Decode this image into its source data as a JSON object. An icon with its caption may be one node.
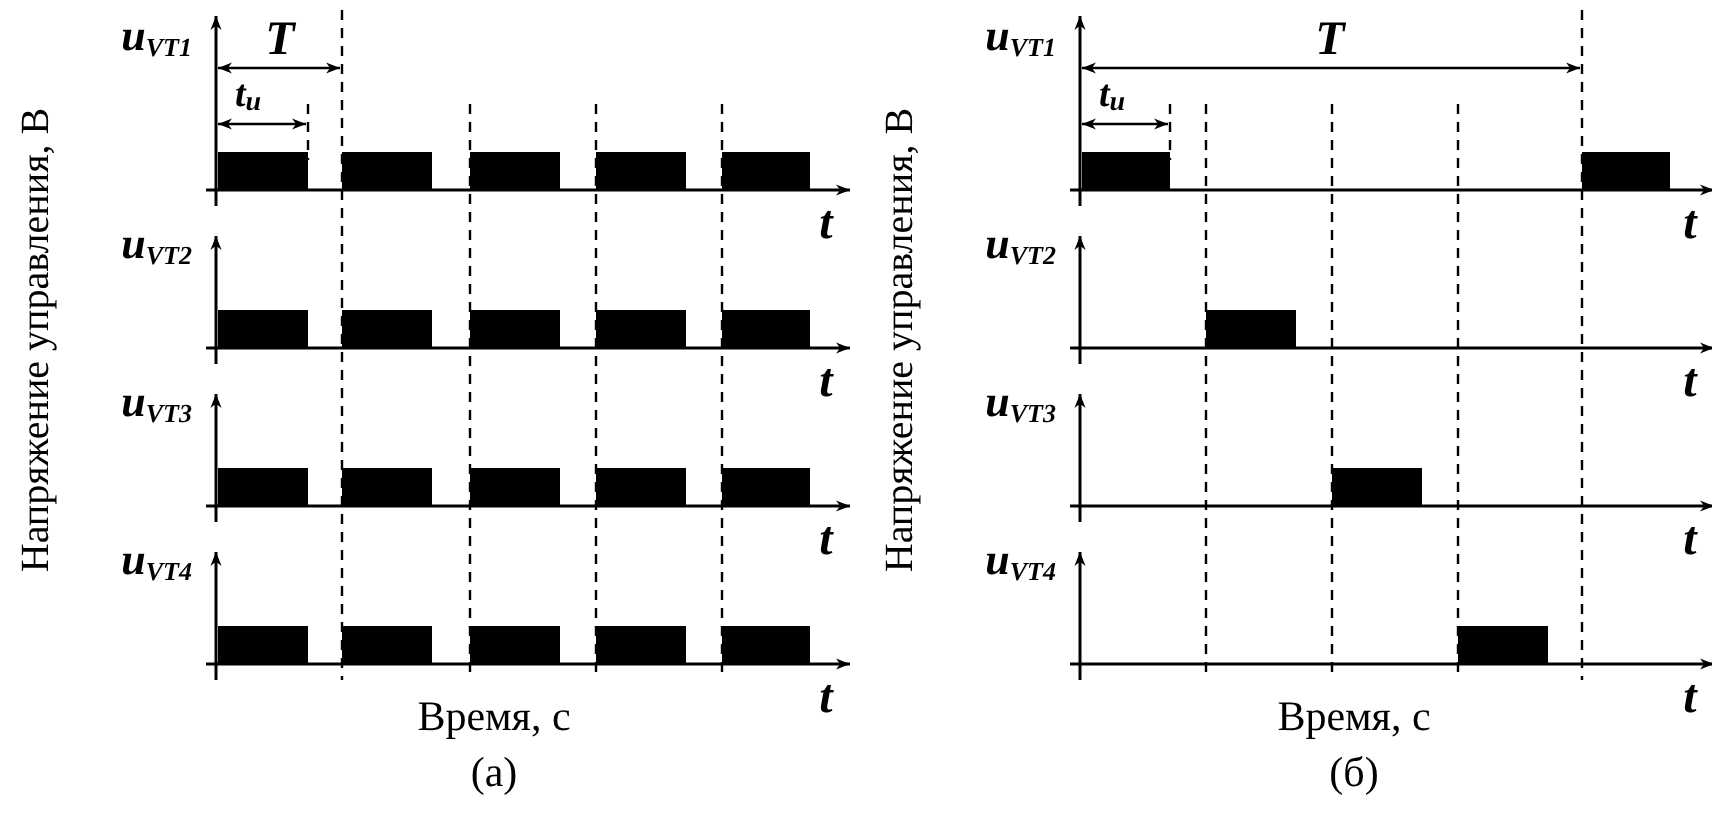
{
  "diagram": {
    "labels": [
      "Напряжение управления, В",
      "u$_{VT1}$",
      "T",
      "t$_{u}$",
      "t",
      "u$_{VT2}$",
      "t",
      "u$_{VT3}$",
      "t",
      "u$_{VT4}$",
      "t",
      "Время, с",
      "(а)",
      "Напряжение управления, В",
      "u$_{VT1}$",
      "T",
      "t$_{u}$",
      "t",
      "u$_{VT2}$",
      "t",
      "u$_{VT3}$",
      "t",
      "u$_{VT4}$",
      "t",
      "Время, с",
      "(б)"
    ]
  }
}
